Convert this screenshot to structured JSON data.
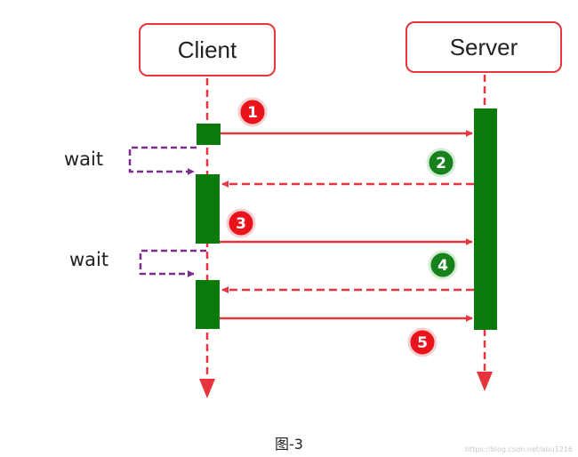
{
  "actors": {
    "client": "Client",
    "server": "Server"
  },
  "wait_labels": [
    "wait",
    "wait"
  ],
  "steps": [
    "1",
    "2",
    "3",
    "4",
    "5"
  ],
  "caption": "图-3",
  "watermark": "https://blog.csdn.net/abu1216",
  "colors": {
    "lifeline": "#e8343c",
    "message": "#e8343c",
    "activation": "#0a7a0a",
    "wait_loop": "#7b2d8e",
    "step_red": "#e8131b",
    "step_green": "#17821c"
  }
}
